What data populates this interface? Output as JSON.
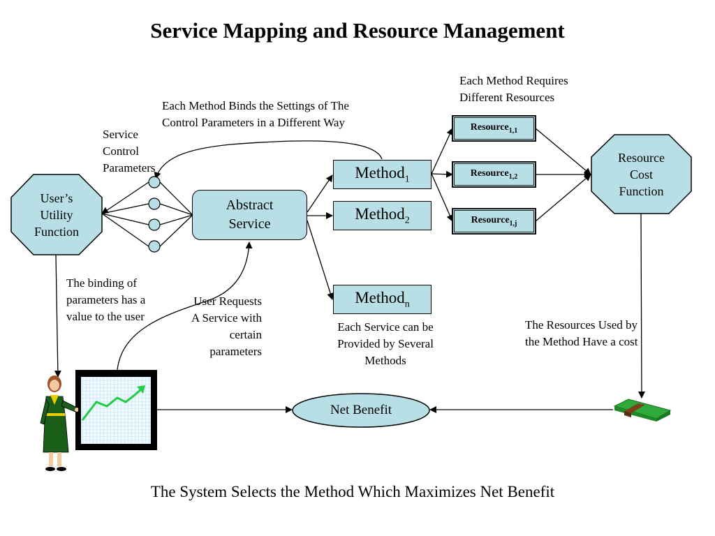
{
  "title": "Service Mapping and Resource Management",
  "footer": "The System Selects the Method Which Maximizes Net Benefit",
  "nodes": {
    "utility": "User’s Utility Function",
    "abstract_service": "Abstract Service",
    "resource_cost": "Resource Cost Function",
    "net_benefit": "Net Benefit",
    "methods": [
      {
        "label": "Method",
        "sub": "1"
      },
      {
        "label": "Method",
        "sub": "2"
      },
      {
        "label": "Method",
        "sub": "n"
      }
    ],
    "resources": [
      {
        "label": "Resource",
        "sub": "1,1"
      },
      {
        "label": "Resource",
        "sub": "1,2"
      },
      {
        "label": "Resource",
        "sub": "1,j"
      }
    ]
  },
  "annotations": {
    "each_method_requires": "Each Method Requires Different Resources",
    "binds_settings": "Each Method Binds the Settings of The Control Parameters in a Different Way",
    "service_control_params": "Service Control Parameters",
    "binding_value": "The binding of parameters has a value to the user",
    "user_requests": "User Requests A Service with certain parameters",
    "provided_by_several": "Each Service can be Provided by Several Methods",
    "resources_cost": "The  Resources Used by the Method Have a cost"
  },
  "colors": {
    "box_fill": "#b9dfe6",
    "chart_grid": "#9fd3e6",
    "chart_line": "#22cc44",
    "figure_green": "#1a5e1a",
    "money_green": "#2faa3a"
  }
}
